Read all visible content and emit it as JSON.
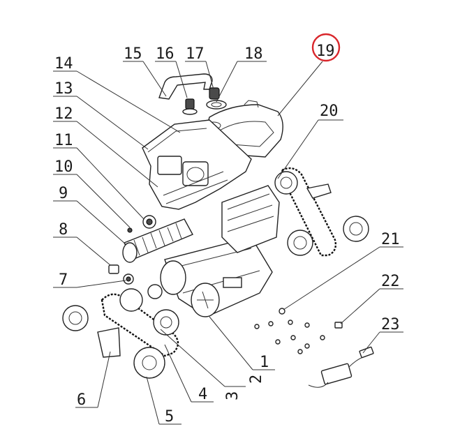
{
  "diagram": {
    "highlight_color": "#d9262b",
    "highlighted_callout": "19",
    "callouts": [
      {
        "id": "c1",
        "label": "1"
      },
      {
        "id": "c2",
        "label": "2"
      },
      {
        "id": "c3",
        "label": "3"
      },
      {
        "id": "c4",
        "label": "4"
      },
      {
        "id": "c5",
        "label": "5"
      },
      {
        "id": "c6",
        "label": "6"
      },
      {
        "id": "c7",
        "label": "7"
      },
      {
        "id": "c8",
        "label": "8"
      },
      {
        "id": "c9",
        "label": "9"
      },
      {
        "id": "c10",
        "label": "10"
      },
      {
        "id": "c11",
        "label": "11"
      },
      {
        "id": "c12",
        "label": "12"
      },
      {
        "id": "c13",
        "label": "13"
      },
      {
        "id": "c14",
        "label": "14"
      },
      {
        "id": "c15",
        "label": "15"
      },
      {
        "id": "c16",
        "label": "16"
      },
      {
        "id": "c17",
        "label": "17"
      },
      {
        "id": "c18",
        "label": "18"
      },
      {
        "id": "c19",
        "label": "19"
      },
      {
        "id": "c20",
        "label": "20"
      },
      {
        "id": "c21",
        "label": "21"
      },
      {
        "id": "c22",
        "label": "22"
      },
      {
        "id": "c23",
        "label": "23"
      }
    ]
  }
}
